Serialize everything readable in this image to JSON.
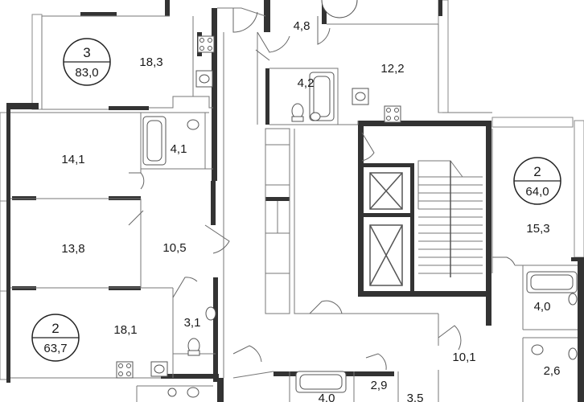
{
  "apartments": [
    {
      "id": "apt-3",
      "number": "3",
      "area": "83,0"
    },
    {
      "id": "apt-2-right",
      "number": "2",
      "area": "64,0"
    },
    {
      "id": "apt-2-left",
      "number": "2",
      "area": "63,7"
    }
  ],
  "rooms": [
    {
      "id": "room-4-8",
      "area": "4,8"
    },
    {
      "id": "room-18-3",
      "area": "18,3"
    },
    {
      "id": "room-4-2",
      "area": "4,2"
    },
    {
      "id": "room-12-2",
      "area": "12,2"
    },
    {
      "id": "room-14-1",
      "area": "14,1"
    },
    {
      "id": "room-4-1",
      "area": "4,1"
    },
    {
      "id": "room-15-3",
      "area": "15,3"
    },
    {
      "id": "room-13-8",
      "area": "13,8"
    },
    {
      "id": "room-10-5",
      "area": "10,5"
    },
    {
      "id": "room-4-0-right",
      "area": "4,0"
    },
    {
      "id": "room-3-1",
      "area": "3,1"
    },
    {
      "id": "room-18-1",
      "area": "18,1"
    },
    {
      "id": "room-10-1",
      "area": "10,1"
    },
    {
      "id": "room-2-6",
      "area": "2,6"
    },
    {
      "id": "room-2-9",
      "area": "2,9"
    },
    {
      "id": "room-4-0-bottom",
      "area": "4,0"
    },
    {
      "id": "room-3-5",
      "area": "3,5"
    }
  ],
  "colors": {
    "wall": "#333333",
    "line": "#777777",
    "background": "#ffffff"
  }
}
